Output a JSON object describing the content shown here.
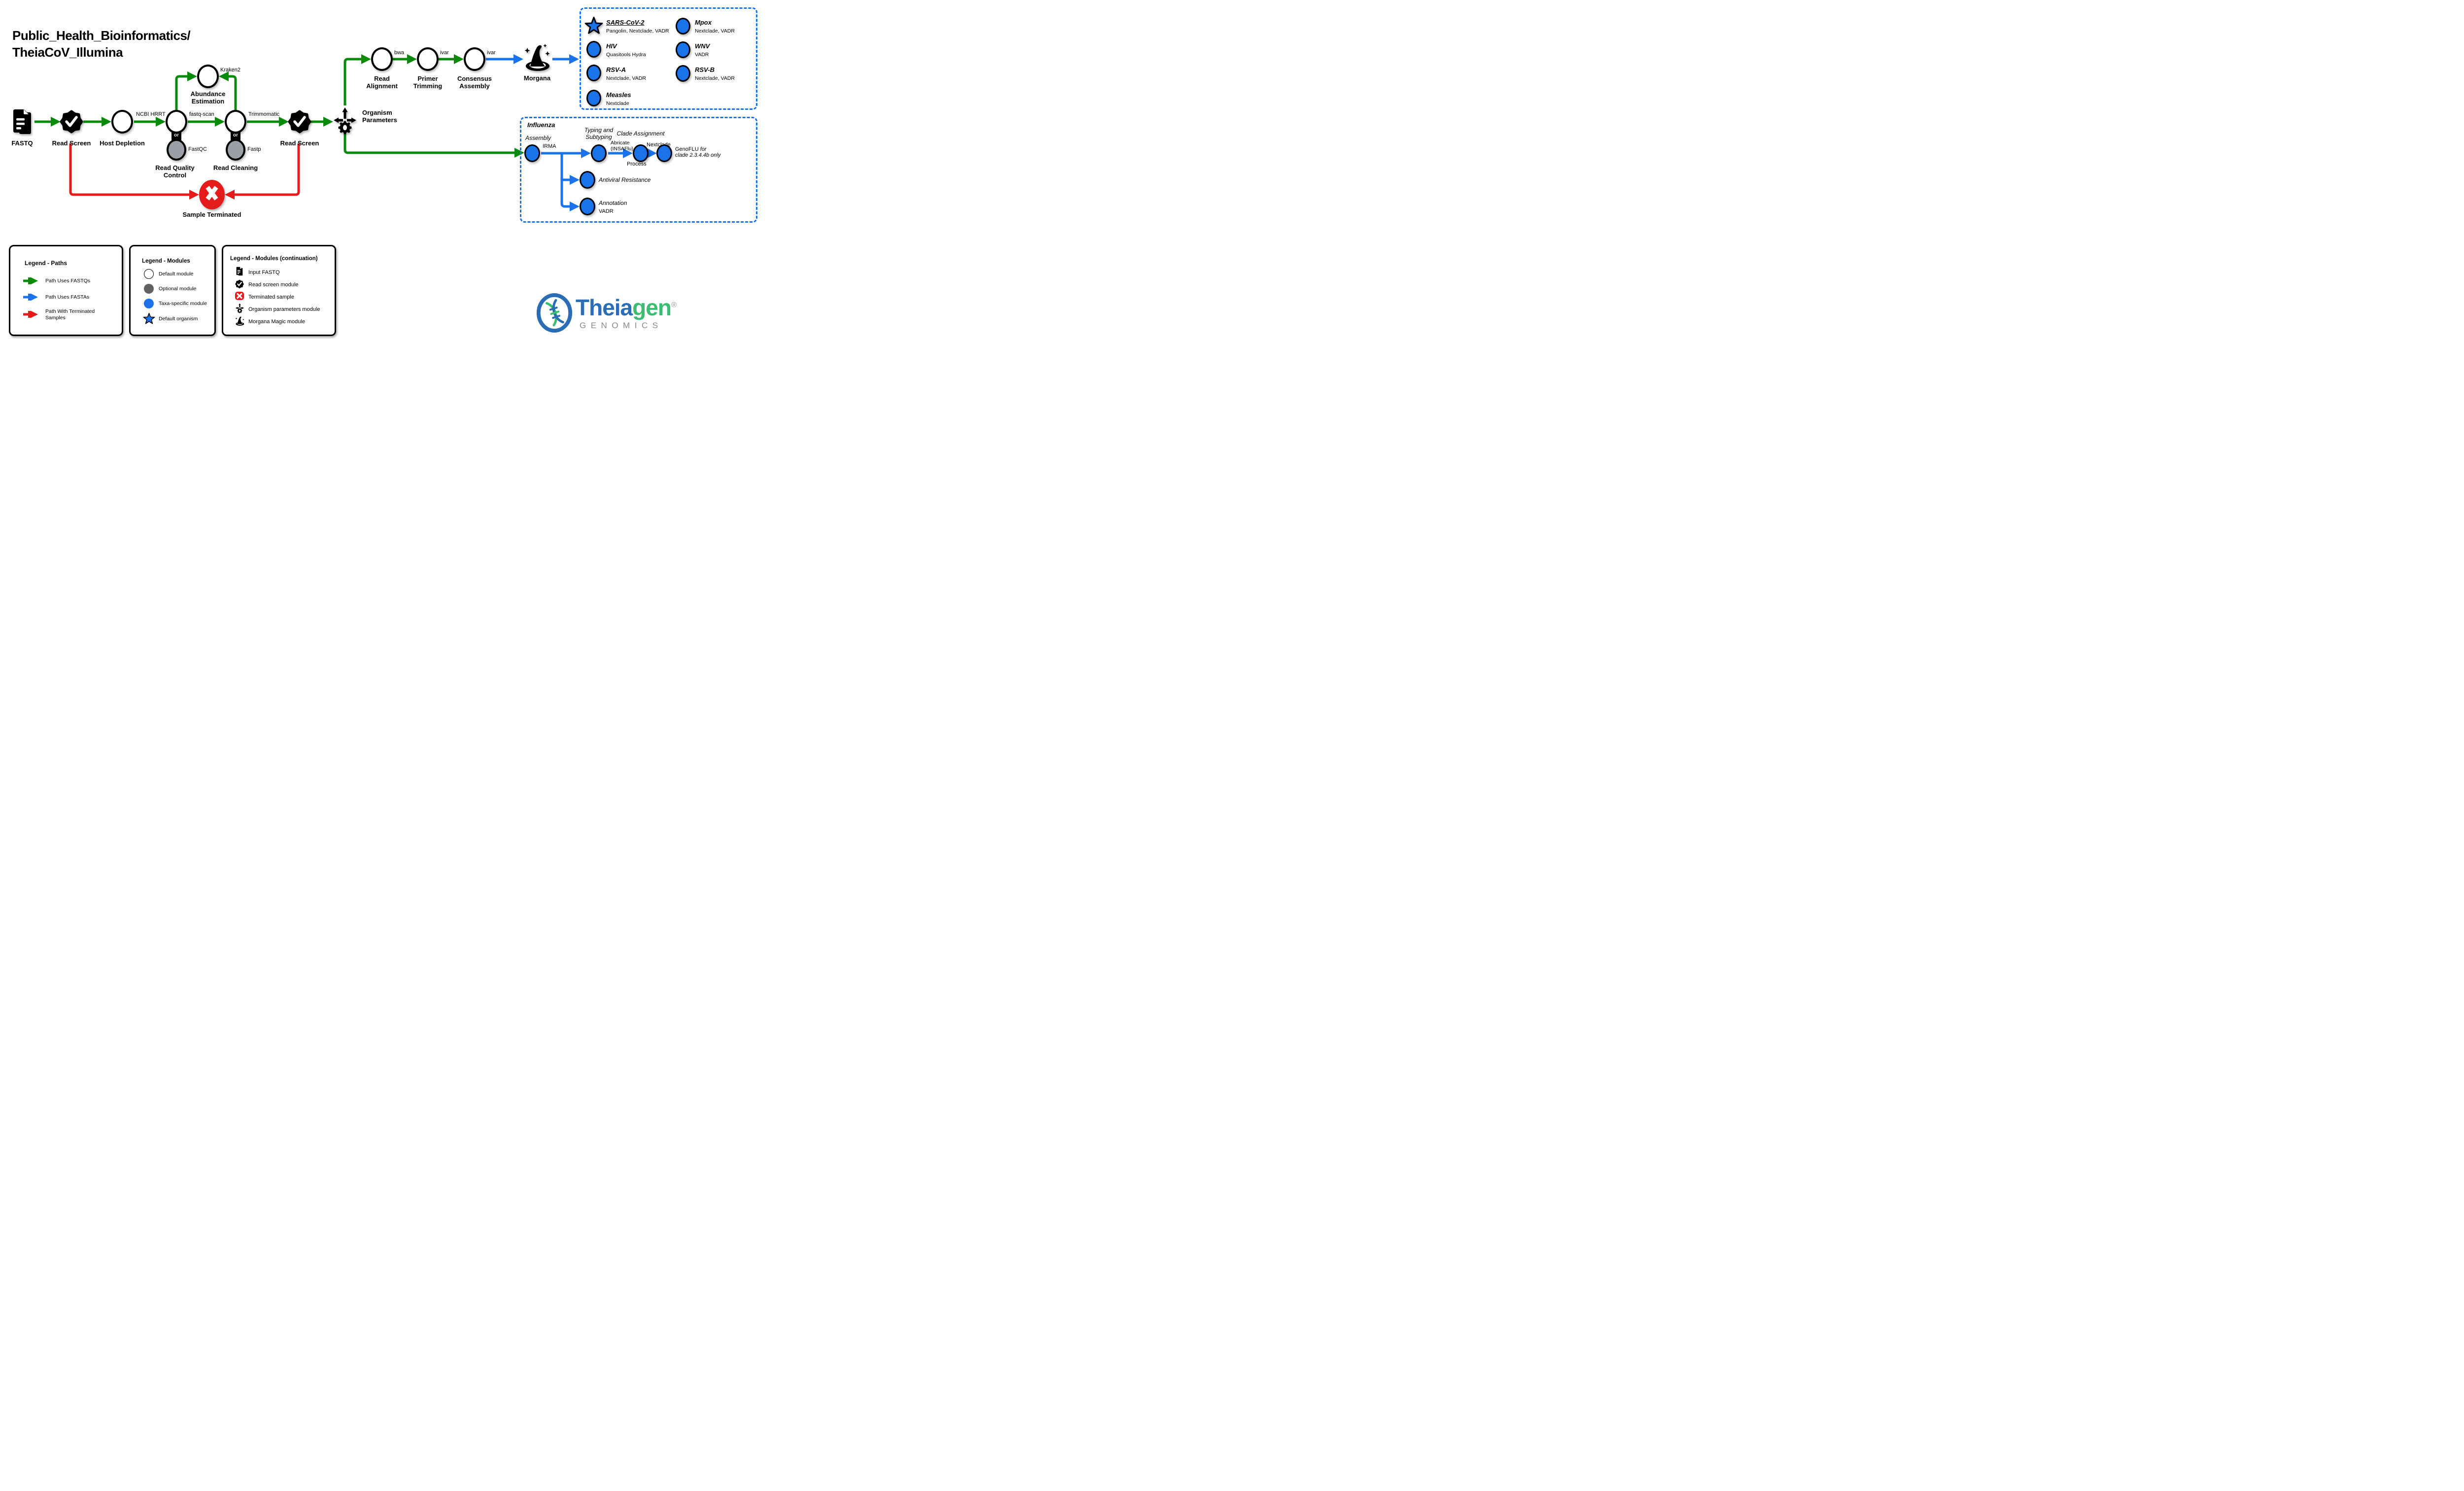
{
  "title": {
    "line1": "Public_Health_Bioinformatics/",
    "line2": "TheiaCoV_Illumina"
  },
  "colors": {
    "path_fastq_green": "#0a8a0a",
    "path_fasta_blue": "#1a73e8",
    "path_terminated_red": "#e51a1a",
    "optional_gray": "#9aa0a6",
    "legend_optional_gray": "#616161",
    "taxa_blue": "#1a73e8"
  },
  "workflow": {
    "fastq_label": "FASTQ",
    "read_screen_1_label": "Read Screen",
    "host_depletion_label": "Host Depletion",
    "host_depletion_tool": "NCBI HRRT",
    "rqc_label_line1": "Read Quality",
    "rqc_label_line2": "Control",
    "rqc_tool": "fastq-scan",
    "rqc_or": "or",
    "rqc_alt_tool": "FastQC",
    "abundance_label_line1": "Abundance",
    "abundance_label_line2": "Estimation",
    "abundance_tool": "Kraken2",
    "read_cleaning_label": "Read Cleaning",
    "read_cleaning_tool": "Trimmomatic",
    "read_cleaning_or": "or",
    "read_cleaning_alt_tool": "Fastp",
    "read_screen_2_label": "Read Screen",
    "sample_terminated_label": "Sample Terminated",
    "organism_params_label_line1": "Organism",
    "organism_params_label_line2": "Parameters",
    "read_alignment_label_line1": "Read",
    "read_alignment_label_line2": "Alignment",
    "read_alignment_tool": "bwa",
    "primer_trimming_label_line1": "Primer",
    "primer_trimming_label_line2": "Trimming",
    "primer_trimming_tool": "ivar",
    "consensus_label_line1": "Consensus",
    "consensus_label_line2": "Assembly",
    "consensus_tool": "ivar",
    "morgana_label": "Morgana"
  },
  "organisms": {
    "left": [
      {
        "name": "SARS-CoV-2",
        "tools": "Pangolin, Nextclade, VADR",
        "icon": "star"
      },
      {
        "name": "HIV",
        "tools": "Quasitools Hydra",
        "icon": "circle"
      },
      {
        "name": "RSV-A",
        "tools": "Nextclade, VADR",
        "icon": "circle"
      },
      {
        "name": "Measles",
        "tools": "Nextclade",
        "icon": "circle"
      }
    ],
    "right": [
      {
        "name": "Mpox",
        "tools": "Nextclade, VADR",
        "icon": "circle"
      },
      {
        "name": "WNV",
        "tools": "VADR",
        "icon": "circle"
      },
      {
        "name": "RSV-B",
        "tools": "Nextclade, VADR",
        "icon": "circle"
      }
    ]
  },
  "influenza": {
    "title": "Influenza",
    "assembly_label": "Assembly",
    "assembly_tool": "IRMA",
    "typing_label_line1": "Typing and",
    "typing_label_line2": "Subtyping",
    "typing_tool_line1": "Abricate",
    "typing_tool_line2": "(INSAFlu)",
    "process_label": "Process",
    "clade_label": "Clade Assignment",
    "clade_tool": "Nextclade",
    "genoflu_name": "GenoFLU",
    "genoflu_for": " for",
    "genoflu_line2": "clade 2.3.4.4b only",
    "antiviral_label": "Antiviral Resistance",
    "annotation_label": "Annotation",
    "annotation_tool": "VADR"
  },
  "legend_paths": {
    "title": "Legend - Paths",
    "items": [
      {
        "label": "Path Uses FASTQs",
        "color": "#0a8a0a",
        "icon": "green-arrow"
      },
      {
        "label": "Path Uses FASTAs",
        "color": "#1a73e8",
        "icon": "blue-arrow"
      },
      {
        "label": "Path With Terminated Samples",
        "color": "#e51a1a",
        "icon": "red-arrow"
      }
    ]
  },
  "legend_modules": {
    "title": "Legend - Modules",
    "items": [
      {
        "label": "Default module",
        "icon": "white-circle"
      },
      {
        "label": "Optional module",
        "icon": "gray-circle"
      },
      {
        "label": "Taxa-specific module",
        "icon": "blue-circle"
      },
      {
        "label": "Default organism",
        "icon": "blue-star"
      }
    ]
  },
  "legend_modules_cont": {
    "title": "Legend - Modules (continuation)",
    "items": [
      {
        "label": "Input FASTQ",
        "icon": "document"
      },
      {
        "label": "Read screen module",
        "icon": "badge-check"
      },
      {
        "label": "Terminated sample",
        "icon": "red-x"
      },
      {
        "label": "Organism parameters module",
        "icon": "gear-arrows"
      },
      {
        "label": "Morgana Magic module",
        "icon": "magic-hat"
      }
    ]
  },
  "logo": {
    "brand_blue": "Theia",
    "brand_green": "gen",
    "registered": "®",
    "wordmark": "GENOMICS",
    "blue": "#2a6db5",
    "green": "#3dbd72",
    "gray": "#8a8a8a"
  }
}
